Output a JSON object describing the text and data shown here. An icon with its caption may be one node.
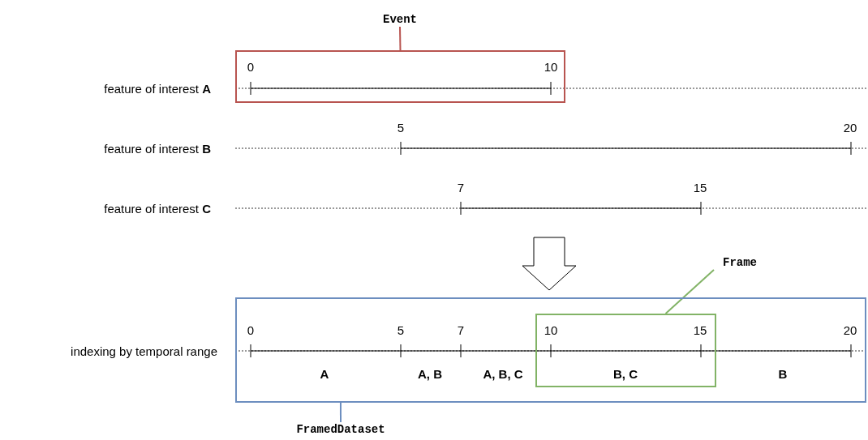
{
  "diagram": {
    "nodes": [
      {
        "text": [
          "Event"
        ]
      },
      {
        "text": [],
        "shape": "box"
      },
      {
        "text": [
          "Frame"
        ]
      },
      {
        "text": [],
        "shape": "box"
      },
      {
        "text": [],
        "shape": "box",
        "in": 3
      },
      {
        "text": [
          "FramedDataset"
        ]
      }
    ],
    "edges": [
      {
        "from": 0,
        "to": 1,
        "arrow": "none",
        "color": "#b85450"
      },
      {
        "from": 2,
        "to": 4,
        "arrow": "none",
        "color": "#82b366"
      },
      {
        "from": 5,
        "to": 3,
        "arrow": "none",
        "color": "#6c8ebf"
      }
    ],
    "labels": [
      "0",
      "10",
      "feature of interest **A**",
      "5",
      "20",
      "feature of interest **B**",
      "7",
      "15",
      "feature of interest **C**",
      "indexing by temporal range",
      "0",
      "5",
      "7",
      "10",
      "15",
      "20",
      "A",
      "A, B",
      "A, B, C",
      "B, C",
      "B"
    ]
  }
}
